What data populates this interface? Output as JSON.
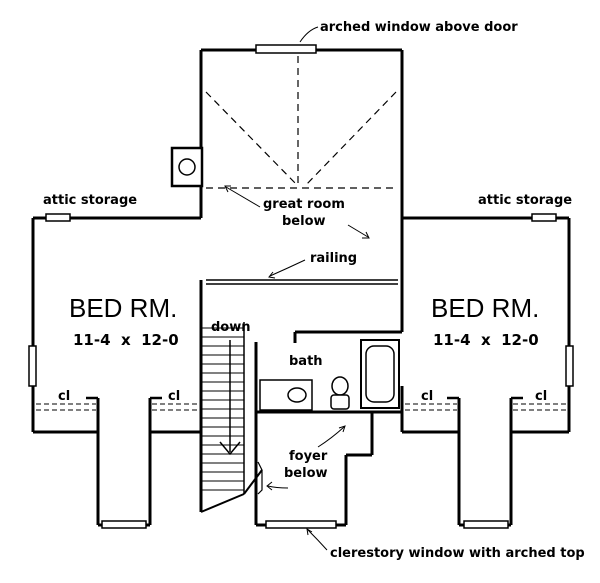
{
  "labels": {
    "arched_window": "arched window above door",
    "attic_storage_left": "attic storage",
    "attic_storage_right": "attic storage",
    "great_room_1": "great room",
    "great_room_2": "below",
    "railing": "railing",
    "bed_left_title": "BED RM.",
    "bed_left_dims": "11-4  x  12-0",
    "bed_right_title": "BED RM.",
    "bed_right_dims": "11-4  x  12-0",
    "down": "down",
    "bath": "bath",
    "foyer_1": "foyer",
    "foyer_2": "below",
    "cl_1": "cl",
    "cl_2": "cl",
    "cl_3": "cl",
    "cl_4": "cl",
    "clerestory": "clerestory window with arched top"
  }
}
